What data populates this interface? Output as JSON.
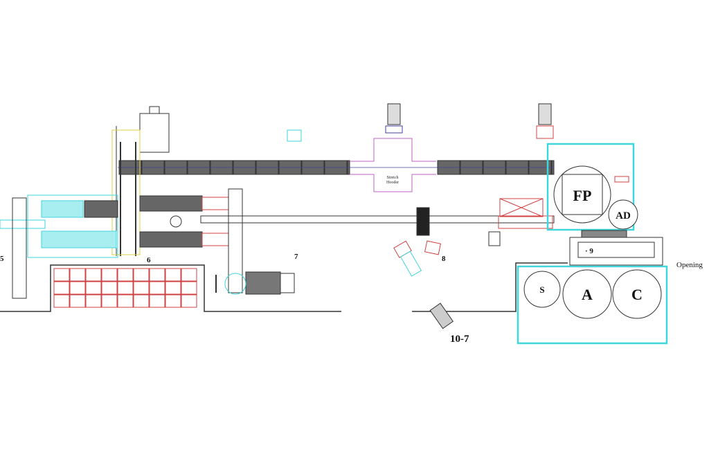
{
  "diagram": {
    "zone_labels": [
      "5",
      "6",
      "7",
      "8"
    ],
    "stretch_hooder": [
      "Stretch",
      "Hooder"
    ],
    "fp_label": "FP",
    "ad_label": "AD",
    "station_9": "· 9",
    "opening_label": "Opening",
    "tanks": [
      "S",
      "A",
      "C"
    ],
    "forklift_label": "10-7",
    "colors": {
      "cyan": "#3fd6dc",
      "magenta": "#c060c0",
      "red": "#d04040",
      "conveyor": "#555555",
      "line": "#222222"
    }
  }
}
